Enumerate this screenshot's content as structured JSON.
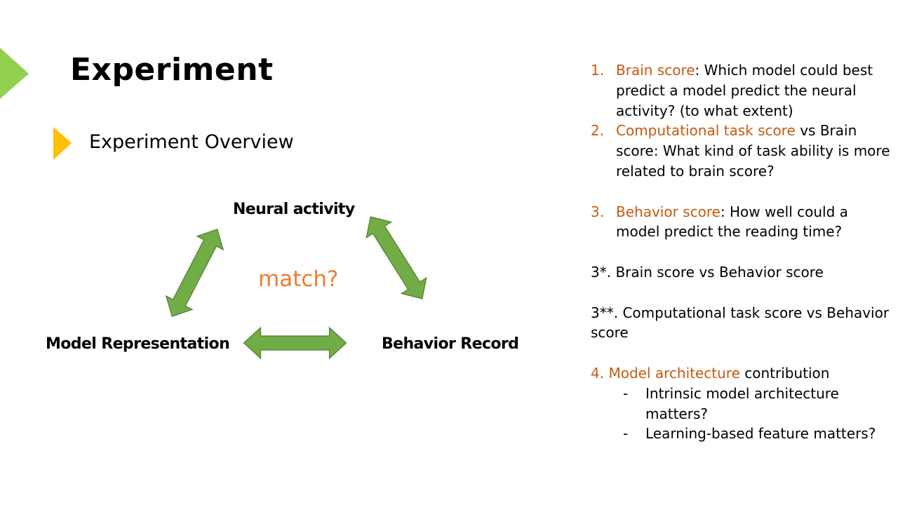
{
  "slide": {
    "title": "Experiment",
    "subtitle": "Experiment Overview"
  },
  "diagram": {
    "neural_activity": "Neural activity",
    "model_representation": "Model Representation",
    "behavior_record": "Behavior Record",
    "match": "match?"
  },
  "colors": {
    "accent_green": "#92D050",
    "accent_yellow": "#FFC000",
    "arrow_fill": "#70AD47",
    "arrow_stroke": "#507E32",
    "orange_text": "#C55A11",
    "match_text": "#ED7D31"
  },
  "list": {
    "item1": {
      "num": "1.",
      "highlight": "Brain score",
      "rest": ": Which model could best predict a model predict the neural activity? (to what extent)"
    },
    "item2": {
      "num": "2.",
      "highlight": "Computational task score",
      "rest": " vs Brain score: What kind of task ability is more related to brain score?"
    },
    "item3": {
      "num": "3.",
      "highlight": "Behavior score",
      "rest": ": How well could a model predict the reading time?"
    },
    "item3a": "3*. Brain score vs Behavior score",
    "item3b": "3**. Computational task score vs Behavior score",
    "item4": {
      "num": "4. ",
      "highlight": "Model architecture",
      "rest": " contribution"
    },
    "item4_subs": [
      {
        "dash": "-",
        "text": "Intrinsic model architecture matters?"
      },
      {
        "dash": "-",
        "text": "Learning-based feature matters?"
      }
    ]
  }
}
